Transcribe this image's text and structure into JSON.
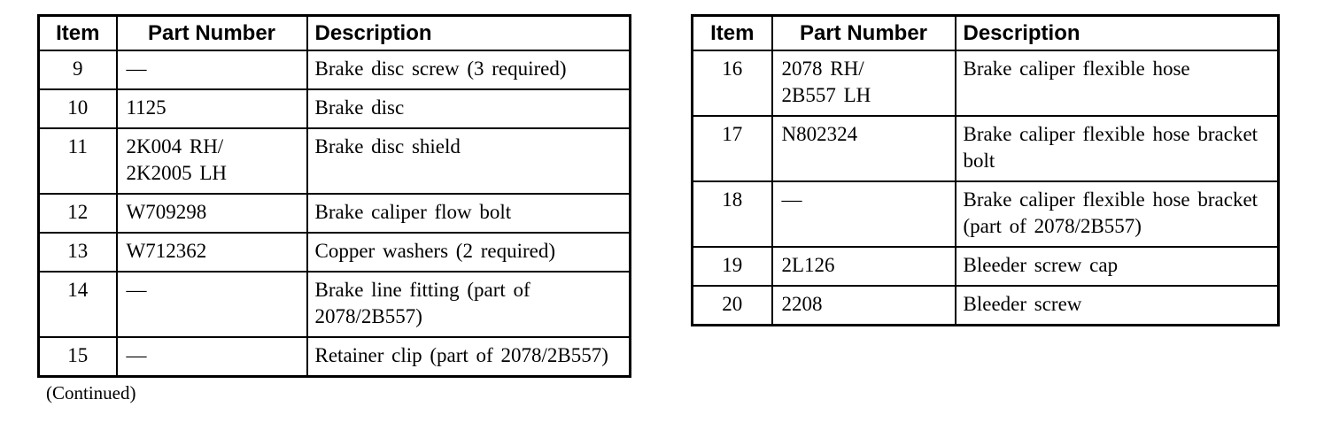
{
  "page": {
    "background_color": "#ffffff",
    "text_color": "#000000",
    "border_color": "#000000"
  },
  "tables": [
    {
      "id": "parts-table-items-9-15",
      "headers": [
        "Item",
        "Part Number",
        "Description"
      ],
      "rows": [
        {
          "item": "9",
          "part_number": "—",
          "description": "Brake disc screw (3 required)"
        },
        {
          "item": "10",
          "part_number": "1125",
          "description": "Brake disc"
        },
        {
          "item": "11",
          "part_number": "2K004 RH/\n2K2005 LH",
          "description": "Brake disc shield"
        },
        {
          "item": "12",
          "part_number": "W709298",
          "description": "Brake caliper flow bolt"
        },
        {
          "item": "13",
          "part_number": "W712362",
          "description": "Copper washers (2 required)"
        },
        {
          "item": "14",
          "part_number": "—",
          "description": "Brake line fitting (part of 2078/2B557)"
        },
        {
          "item": "15",
          "part_number": "—",
          "description": "Retainer clip (part of 2078/2B557)"
        }
      ],
      "footer": "(Continued)"
    },
    {
      "id": "parts-table-items-16-20",
      "headers": [
        "Item",
        "Part Number",
        "Description"
      ],
      "rows": [
        {
          "item": "16",
          "part_number": "2078 RH/\n2B557 LH",
          "description": "Brake caliper flexible hose"
        },
        {
          "item": "17",
          "part_number": "N802324",
          "description": "Brake caliper flexible hose bracket bolt"
        },
        {
          "item": "18",
          "part_number": "—",
          "description": "Brake caliper flexible hose bracket (part of 2078/2B557)"
        },
        {
          "item": "19",
          "part_number": "2L126",
          "description": "Bleeder screw cap"
        },
        {
          "item": "20",
          "part_number": "2208",
          "description": "Bleeder screw"
        }
      ],
      "footer": ""
    }
  ]
}
